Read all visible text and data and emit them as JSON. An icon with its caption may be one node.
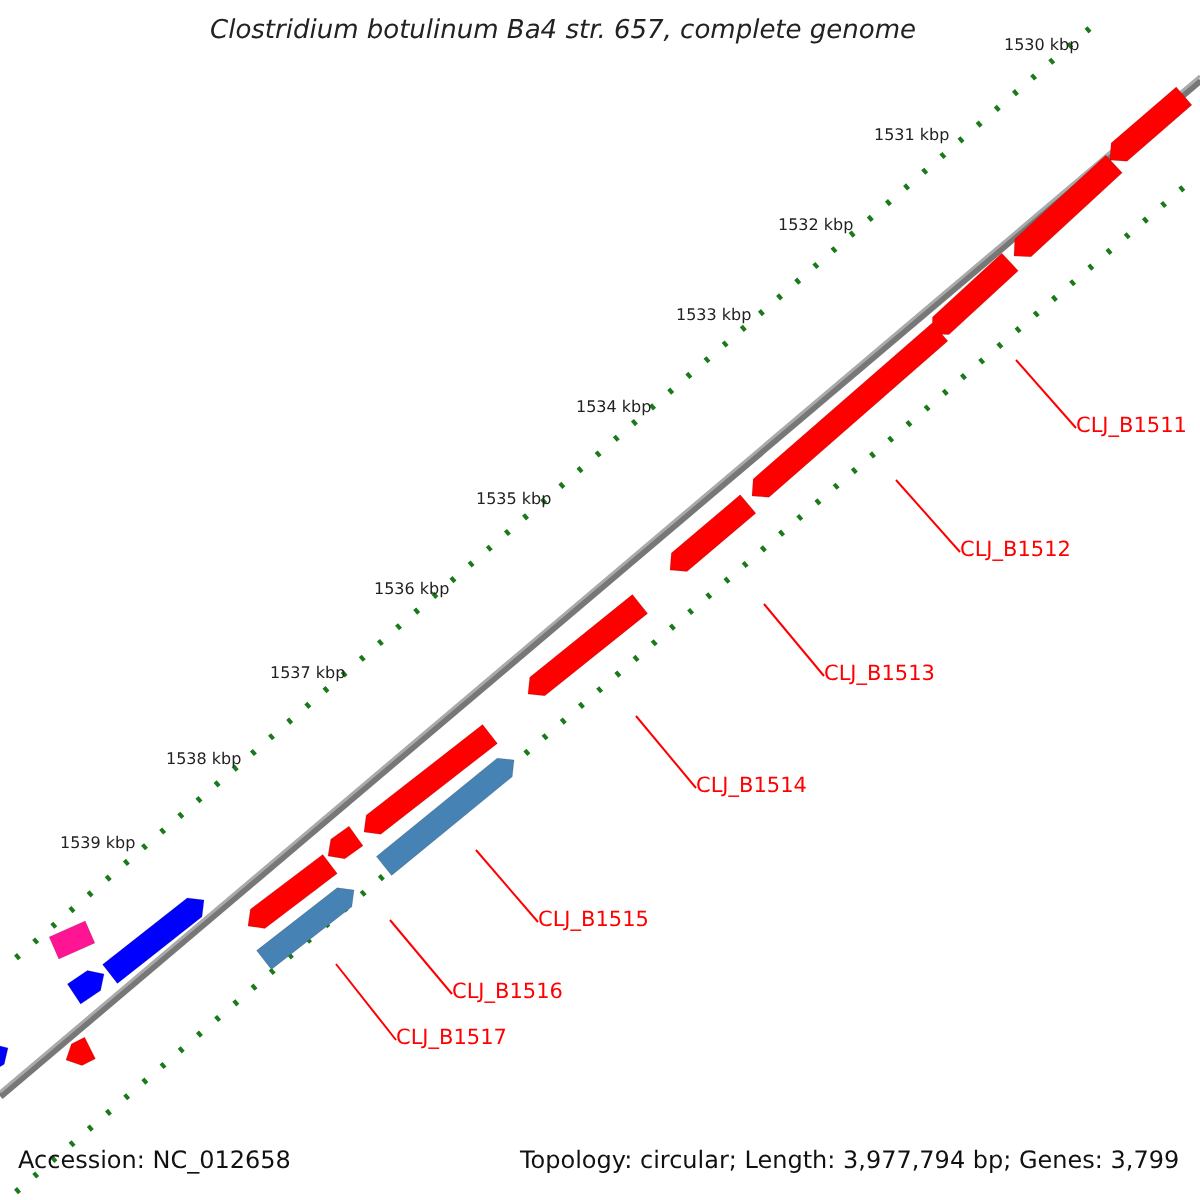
{
  "diagram": {
    "title": "Clostridium botulinum Ba4 str. 657, complete genome",
    "nodes": [
      {
        "text": [
          "CLJ_B1511"
        ]
      },
      {
        "text": [
          "CLJ_B1512"
        ]
      },
      {
        "text": [
          "CLJ_B1513"
        ]
      },
      {
        "text": [
          "CLJ_B1514"
        ]
      },
      {
        "text": [
          "CLJ_B1515"
        ]
      },
      {
        "text": [
          "CLJ_B1516"
        ]
      },
      {
        "text": [
          "CLJ_B1517"
        ]
      }
    ],
    "edges": [
      {
        "from": 0,
        "to": null,
        "arrow": "none"
      },
      {
        "from": 1,
        "to": null,
        "arrow": "none"
      },
      {
        "from": 2,
        "to": null,
        "arrow": "none"
      },
      {
        "from": 3,
        "to": null,
        "arrow": "none"
      },
      {
        "from": 4,
        "to": null,
        "arrow": "none"
      },
      {
        "from": 5,
        "to": null,
        "arrow": "none"
      },
      {
        "from": 6,
        "to": null,
        "arrow": "none"
      }
    ],
    "labels": [
      "1530 kbp",
      "1531 kbp",
      "1532 kbp",
      "1533 kbp",
      "1534 kbp",
      "1535 kbp",
      "1536 kbp",
      "1537 kbp",
      "1538 kbp",
      "1539 kbp",
      "Accession: NC_012658",
      "Topology: circular; Length: 3,977,794 bp; Genes: 3,799"
    ]
  }
}
